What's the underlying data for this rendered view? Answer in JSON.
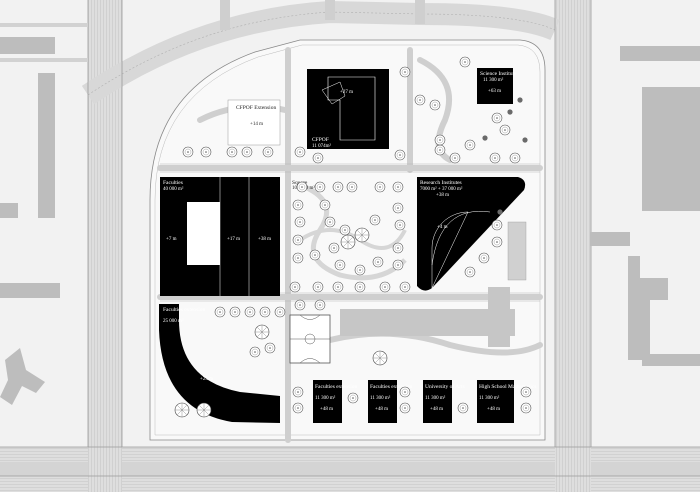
{
  "buildings": {
    "cfpof": {
      "name": "CFPOF",
      "area": "11 074m²",
      "height": "+27 m"
    },
    "cfpof_extension": {
      "name": "CFPOF Extension",
      "height": "+14 m"
    },
    "science_institute": {
      "name": "Science Institute",
      "area": "11 300 m²",
      "height": "+63 m"
    },
    "faculties": {
      "name": "Faculties",
      "area": "40 000 m²",
      "heights": [
        "+7 m",
        "+17 m",
        "+38 m"
      ]
    },
    "square": {
      "name": "Square",
      "area": "100 000 m²"
    },
    "research_institutes": {
      "name": "Research Institutes",
      "area": "7000 m² + 37 000 m²",
      "heights": [
        "+38 m",
        "+4 m"
      ]
    },
    "faculties_extension_curve": {
      "name": "Faculties extension",
      "area": "25 000 m²",
      "height": "+25 m"
    },
    "faculties_extension_1": {
      "name": "Faculties extension",
      "area": "11 300 m²",
      "height": "+48 m"
    },
    "faculties_extension_2": {
      "name": "Faculties extension",
      "area": "11 300 m²",
      "height": "+48 m"
    },
    "university_of_arts": {
      "name": "University of Arts",
      "area": "11 300 m²",
      "height": "+48 m"
    },
    "high_school_mathematics": {
      "name": "High School Mathematics",
      "area": "11 300 m²",
      "height": "+48 m"
    }
  },
  "colors": {
    "building": "#000000",
    "site": "#f7f7f7",
    "road": "#dcdcdc",
    "neighbor": "#bdbdbd",
    "tree": "#8a8a8a"
  }
}
